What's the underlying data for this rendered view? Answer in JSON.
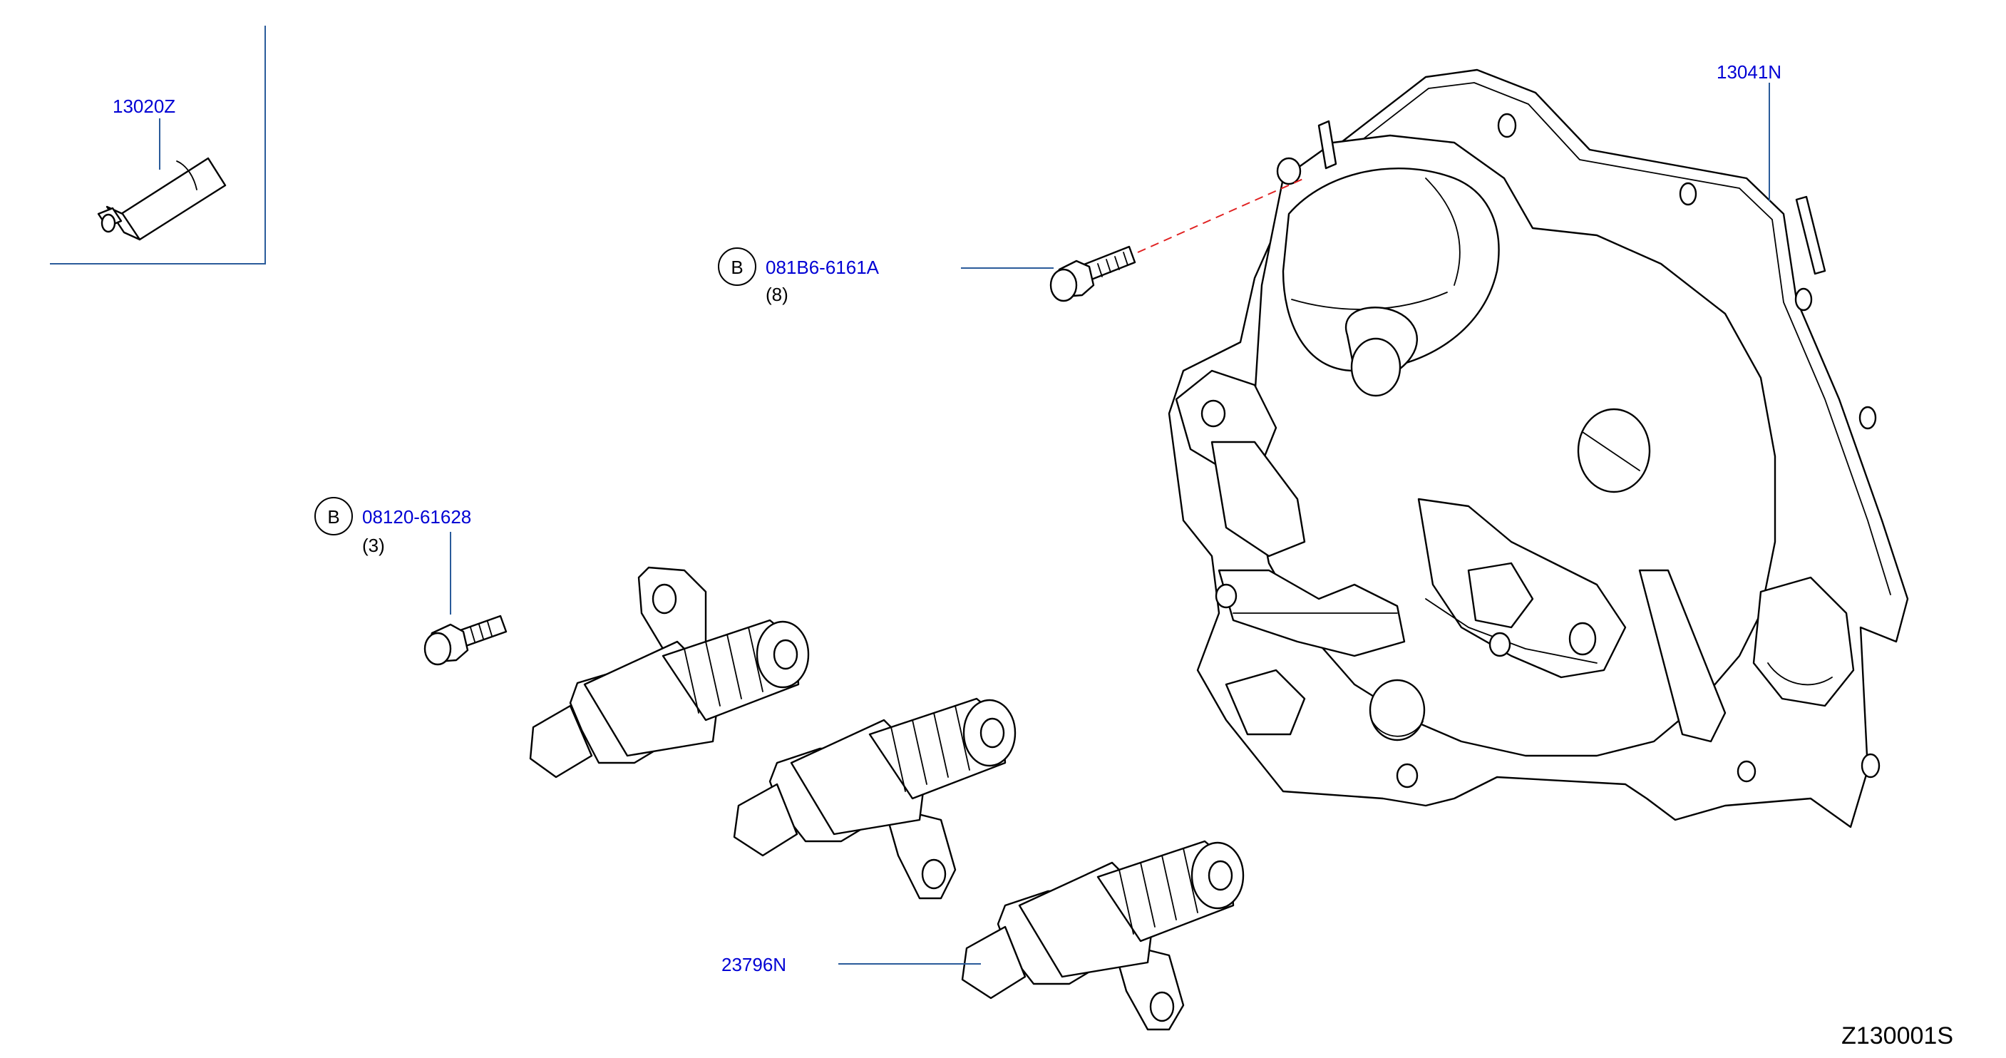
{
  "diagram": {
    "code": "Z130001S",
    "colors": {
      "part_label": "#0000d4",
      "leader": "#2a5b9a",
      "dash": "#e02020",
      "ink": "#000000"
    },
    "callouts": [
      {
        "id": "sealant",
        "part": "13020Z",
        "symbol": "",
        "qty": ""
      },
      {
        "id": "cover",
        "part": "13041N",
        "symbol": "",
        "qty": ""
      },
      {
        "id": "cover-bolt",
        "part": "081B6-6161A",
        "symbol": "B",
        "qty": "(8)"
      },
      {
        "id": "valve-bolt",
        "part": "08120-61628",
        "symbol": "B",
        "qty": "(3)"
      },
      {
        "id": "control-valve",
        "part": "23796N",
        "symbol": "",
        "qty": ""
      }
    ]
  }
}
